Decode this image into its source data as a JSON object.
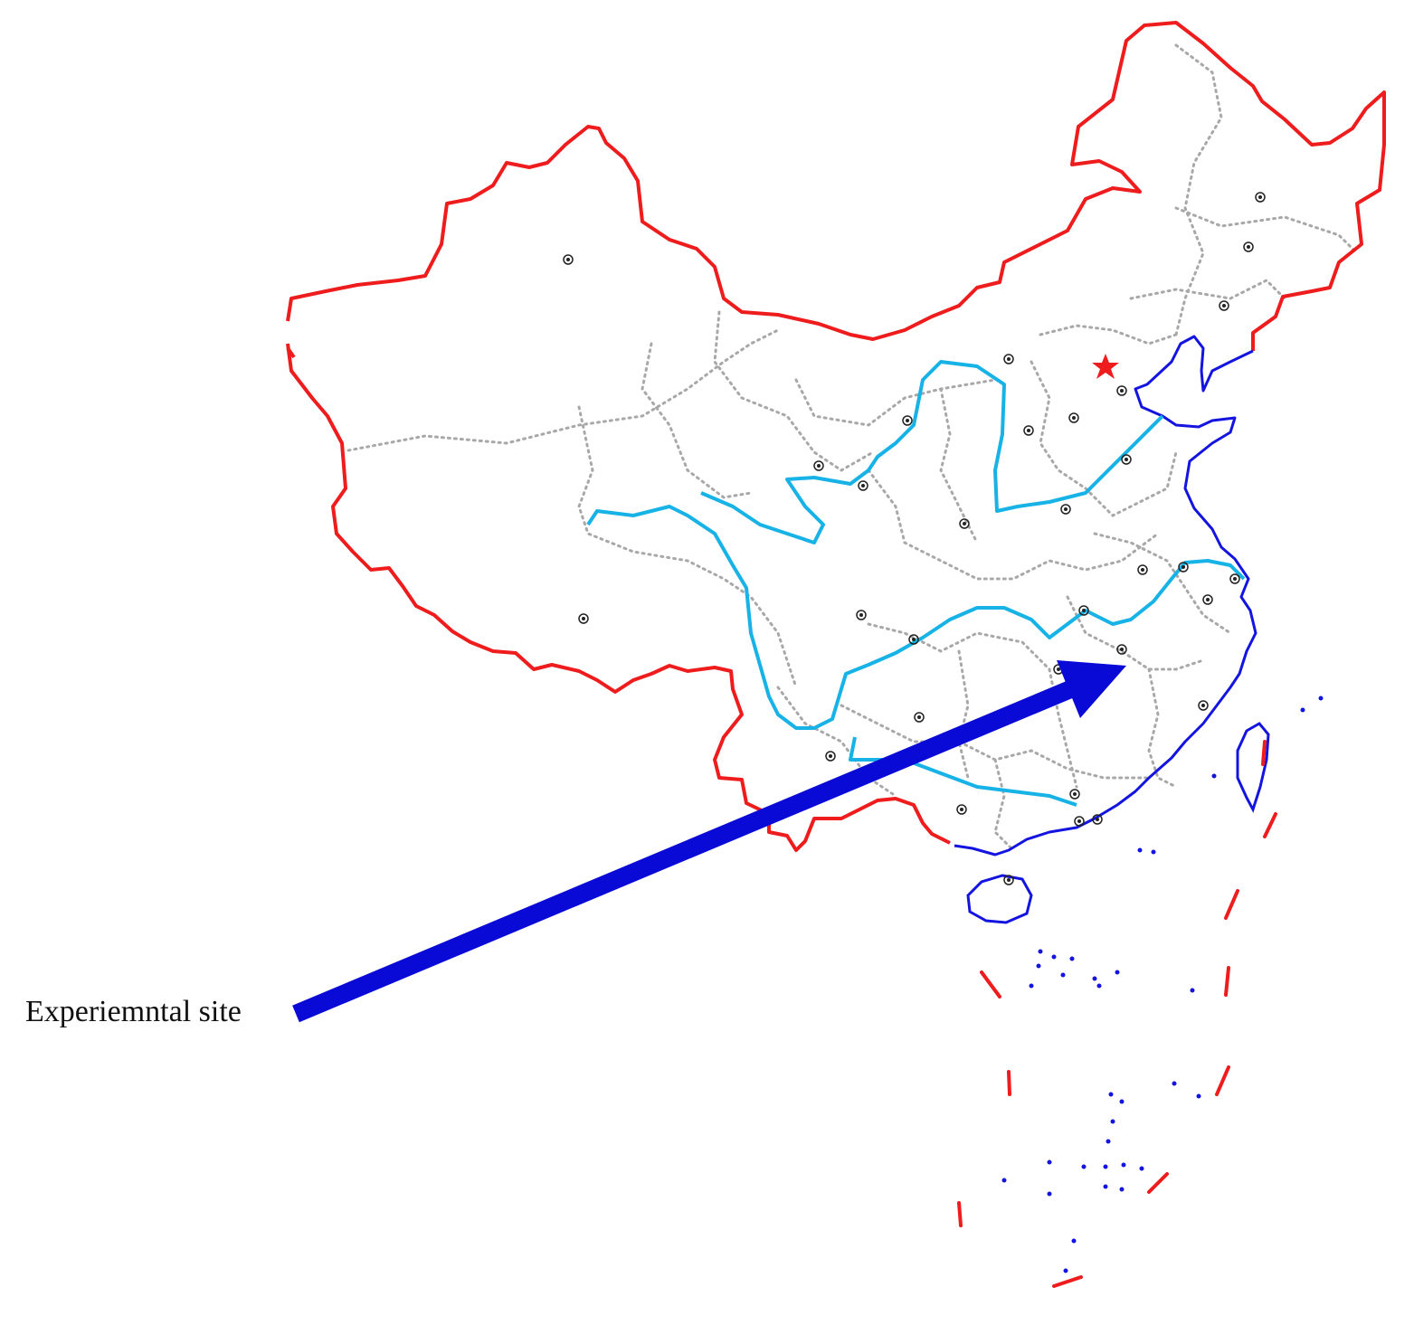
{
  "map": {
    "annotation_label": "Experiemntal site",
    "capital_marker": "star-icon",
    "colors": {
      "land_border": "#ee1c1c",
      "coast": "#1414e0",
      "rivers": "#17b2e6",
      "province_borders": "#a8a8a8",
      "arrow": "#0a0ad6",
      "capital_star": "#ee1c1c",
      "city_marker": "#222222"
    },
    "layers": [
      "land-border",
      "coastline",
      "province-boundaries",
      "rivers",
      "city-markers",
      "islands",
      "maritime-boundary-dashes",
      "site-arrow"
    ]
  }
}
